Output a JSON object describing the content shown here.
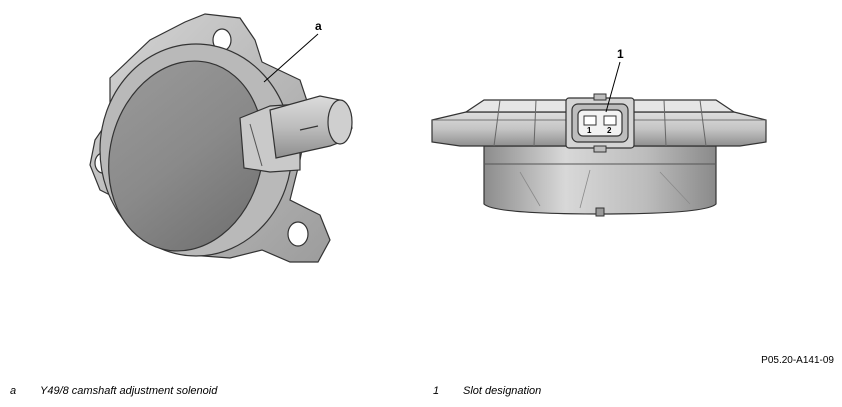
{
  "callouts": {
    "a": "a",
    "one": "1"
  },
  "connector_pins": [
    "1",
    "2"
  ],
  "figure_id": "P05.20-A141-09",
  "legend": [
    {
      "key": "a",
      "text": "Y49/8 camshaft adjustment solenoid"
    },
    {
      "key": "1",
      "text": "Slot designation"
    }
  ]
}
